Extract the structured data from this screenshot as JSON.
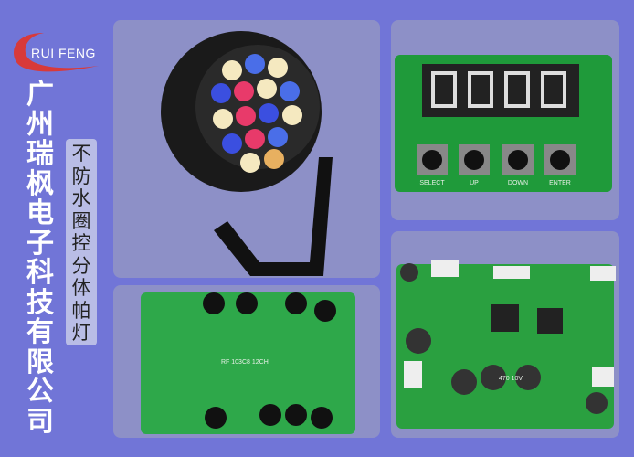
{
  "logo": {
    "brand": "RUI FENG",
    "accent": "#d83a3a"
  },
  "company_name": "广州瑞枫电子科技有限公司",
  "product_name": "不防水圈控分体帕灯",
  "pcb_labels": {
    "display_board": [
      "SELECT",
      "UP",
      "DOWN",
      "ENTER"
    ],
    "driver_board": "RF 103C8 12CH",
    "power_board": "470 10V"
  }
}
